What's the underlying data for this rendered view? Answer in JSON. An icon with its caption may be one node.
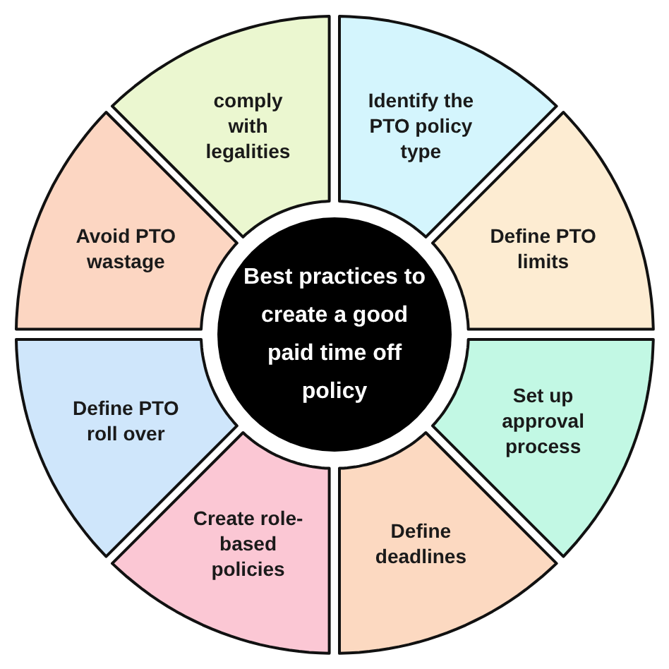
{
  "diagram": {
    "nodes": [
      {
        "text": [
          "Best practices to create a good paid time off policy"
        ]
      },
      {
        "text": [
          "Identify the PTO policy type"
        ]
      },
      {
        "text": [
          "Define PTO limits"
        ]
      },
      {
        "text": [
          "Set up approval process"
        ]
      },
      {
        "text": [
          "Define deadlines"
        ]
      },
      {
        "text": [
          "Create role-based policies"
        ]
      },
      {
        "text": [
          "Define PTO roll over"
        ]
      },
      {
        "text": [
          "Avoid PTO wastage"
        ]
      },
      {
        "text": [
          "comply with legalities"
        ]
      }
    ]
  }
}
